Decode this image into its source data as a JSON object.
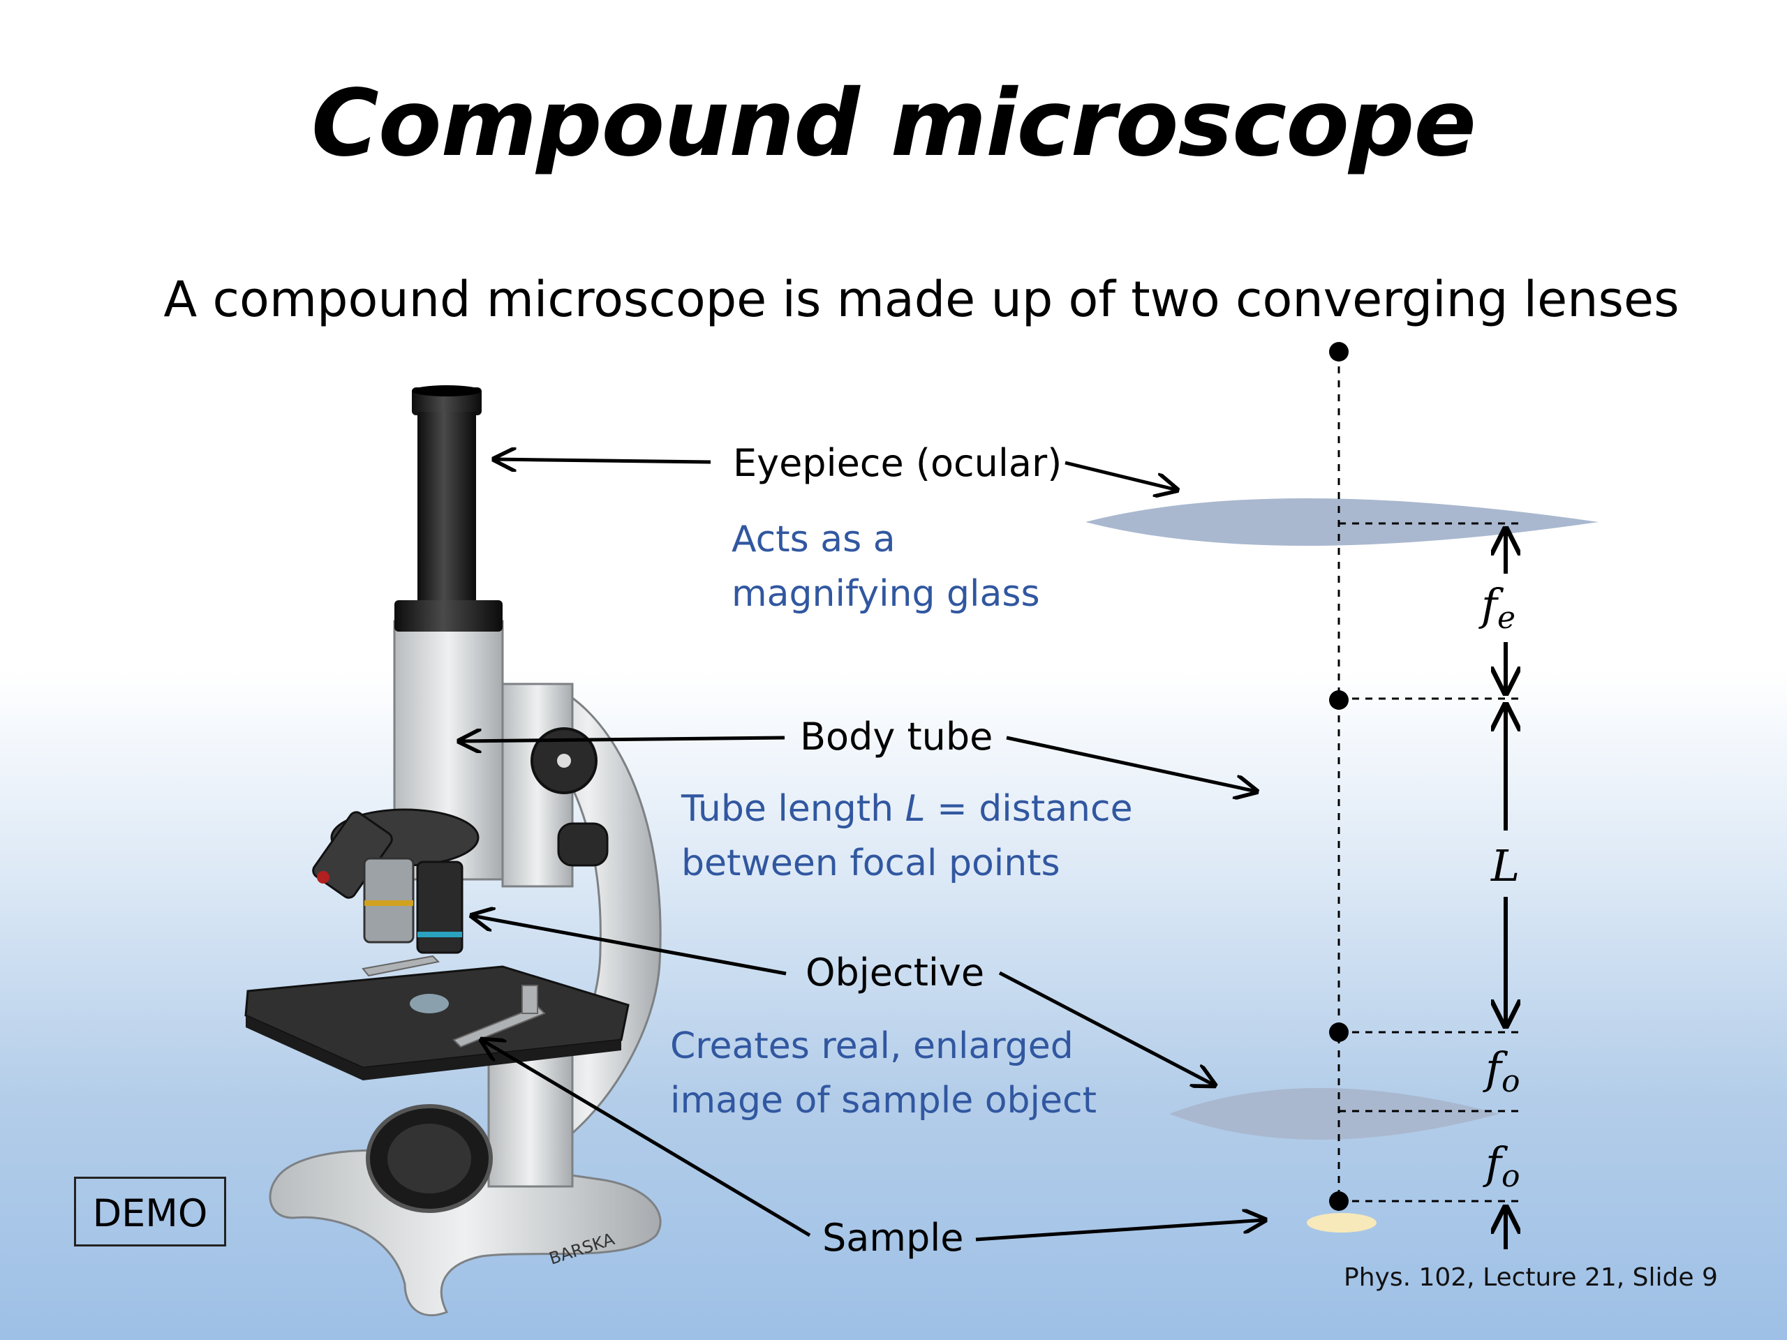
{
  "slide": {
    "title": "Compound microscope",
    "subtitle": "A compound microscope is made up of two converging lenses",
    "footer": "Phys. 102, Lecture 21, Slide 9",
    "demo_label": "DEMO"
  },
  "labels": {
    "eyepiece": "Eyepiece (ocular)",
    "eyepiece_desc": [
      "Acts as a",
      "magnifying glass"
    ],
    "body_tube": "Body tube",
    "body_tube_desc": [
      "Tube length",
      "L",
      " = distance",
      "between focal points"
    ],
    "objective": "Objective",
    "objective_desc": [
      "Creates real, enlarged",
      "image of sample object"
    ],
    "sample": "Sample"
  },
  "microscope_brand": "BARSKA",
  "diagram": {
    "fe": "f",
    "fe_sub": "e",
    "L": "L",
    "fo": "f",
    "fo_sub": "o"
  },
  "colors": {
    "text": "#000000",
    "desc": "#3157a0",
    "lens": "#a9b8cf",
    "sample_spot": "#f7e9b9"
  }
}
